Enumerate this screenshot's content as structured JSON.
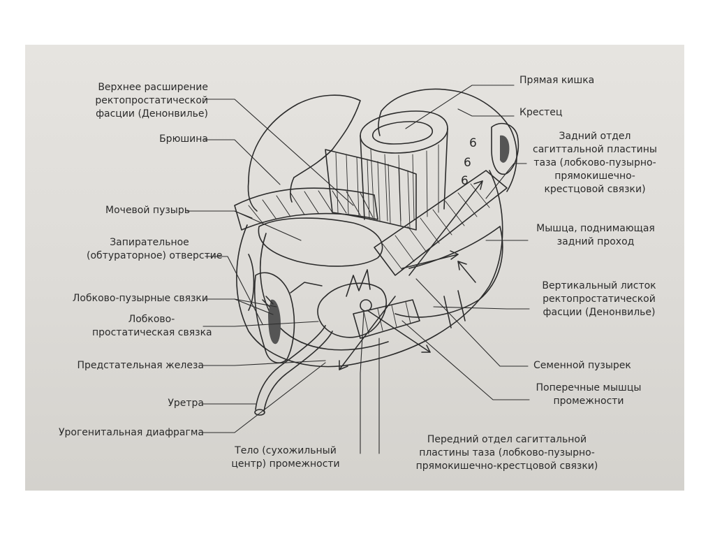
{
  "labels": {
    "upper_fascia": [
      "Верхнее расширение",
      "ректопростатической",
      "фасции (Денонвилье)"
    ],
    "peritoneum": [
      "Брюшина"
    ],
    "bladder": [
      "Мочевой пузырь"
    ],
    "obturator": [
      "Запирательное",
      "(обтураторное) отверстие"
    ],
    "pubovesical": [
      "Лобково-пузырные связки"
    ],
    "puboprostatic": [
      "Лобково-",
      "простатическая связка"
    ],
    "prostate": [
      "Предстательная железа"
    ],
    "urethra": [
      "Уретра"
    ],
    "urogenital": [
      "Урогенитальная диафрагма"
    ],
    "perineal_body": [
      "Тело (сухожильный",
      "центр) промежности"
    ],
    "anterior_sagittal": [
      "Передний отдел сагиттальной",
      "пластины таза (лобково-пузырно-",
      "прямокишечно-крестцовой связки)"
    ],
    "rectum": [
      "Прямая кишка"
    ],
    "sacrum": [
      "Крестец"
    ],
    "posterior_sagittal": [
      "Задний отдел",
      "сагиттальной пластины",
      "таза (лобково-пузырно-",
      "прямокишечно-",
      "крестцовой связки)"
    ],
    "levator_ani": [
      "Мышца, поднимающая",
      "задний проход"
    ],
    "vertical_fascia": [
      "Вертикальный листок",
      "ректопростатической",
      "фасции (Денонвилье)"
    ],
    "seminal_vesicle": [
      "Семенной пузырек"
    ],
    "transverse_perineal": [
      "Поперечные мышцы",
      "промежности"
    ]
  },
  "figure_numbers": [
    "6",
    "6",
    "6"
  ],
  "colors": {
    "paper": "#e0ded9",
    "ink": "#2a2a2a",
    "page": "#ffffff"
  }
}
